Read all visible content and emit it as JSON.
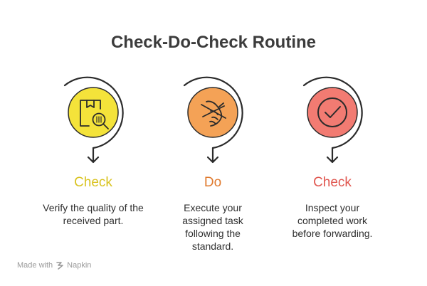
{
  "title": "Check-Do-Check Routine",
  "steps": [
    {
      "label": "Check",
      "description": "Verify the quality of the received part.",
      "color": "#d9c320",
      "fill": "#f4e33a",
      "icon": "package-search-icon"
    },
    {
      "label": "Do",
      "description": "Execute your assigned task following the standard.",
      "color": "#e07a2e",
      "fill": "#f4a256",
      "icon": "hands-working-icon"
    },
    {
      "label": "Check",
      "description": "Inspect your completed work before forwarding.",
      "color": "#e0564f",
      "fill": "#f27b72",
      "icon": "check-circle-icon"
    }
  ],
  "footer": {
    "made_with": "Made with",
    "brand": "Napkin"
  }
}
